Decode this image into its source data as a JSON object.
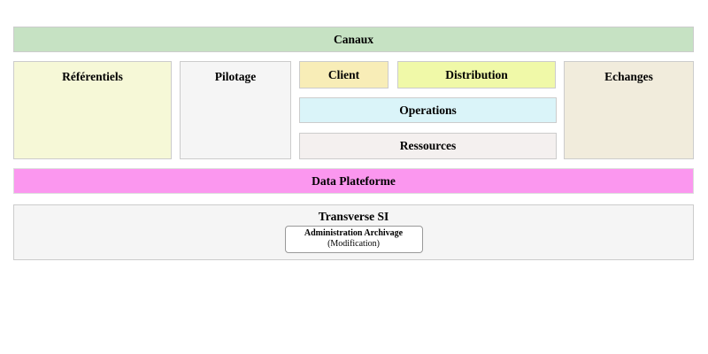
{
  "diagram": {
    "canaux": {
      "label": "Canaux",
      "bg": "#c6e2c3"
    },
    "referentiels": {
      "label": "Référentiels",
      "bg": "#f6f8d7"
    },
    "pilotage": {
      "label": "Pilotage",
      "bg": "#f5f5f5"
    },
    "client": {
      "label": "Client",
      "bg": "#f8edb7"
    },
    "distribution": {
      "label": "Distribution",
      "bg": "#f0f9a8"
    },
    "operations": {
      "label": "Operations",
      "bg": "#daf4f9"
    },
    "ressources": {
      "label": "Ressources",
      "bg": "#f4f0ef"
    },
    "echanges": {
      "label": "Echanges",
      "bg": "#f1ecdc"
    },
    "data_plateforme": {
      "label": "Data Plateforme",
      "bg": "#fb97ef"
    },
    "transverse": {
      "label": "Transverse SI",
      "bg": "#f5f5f5",
      "admin_box": {
        "line1": "Administration Archivage",
        "line2": "(Modification)",
        "bg": "#ffffff"
      }
    }
  }
}
